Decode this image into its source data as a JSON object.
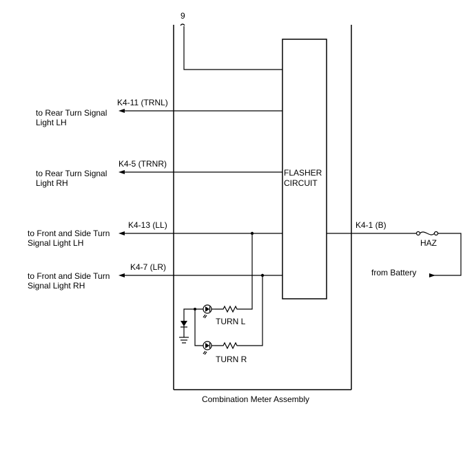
{
  "pin_top": "9",
  "assembly_label": "Combination Meter Assembly",
  "flasher": {
    "line1": "FLASHER",
    "line2": "CIRCUIT"
  },
  "connectors": {
    "trnl": "K4-11 (TRNL)",
    "trnr": "K4-5 (TRNR)",
    "ll": "K4-13 (LL)",
    "lr": "K4-7 (LR)",
    "b": "K4-1 (B)"
  },
  "destinations": {
    "rear_lh": {
      "line1": "to Rear Turn  Signal",
      "line2": "Light LH"
    },
    "rear_rh": {
      "line1": "to Rear Turn  Signal",
      "line2": "Light RH"
    },
    "front_lh": {
      "line1": "to Front and Side Turn",
      "line2": "Signal Light LH"
    },
    "front_rh": {
      "line1": "to Front and Side Turn",
      "line2": "Signal Light RH"
    }
  },
  "fuse_label": "HAZ",
  "battery_label": "from Battery",
  "indicators": {
    "left": "TURN L",
    "right": "TURN R"
  }
}
